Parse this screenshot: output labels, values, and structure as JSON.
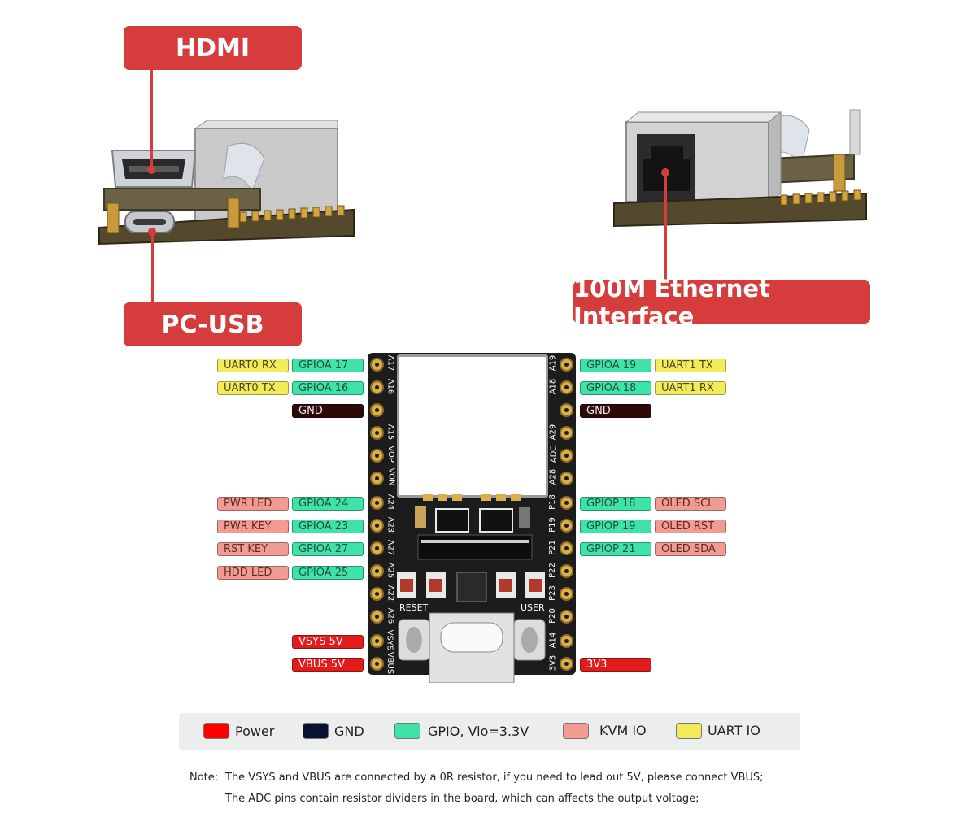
{
  "callouts": {
    "hdmi": "HDMI",
    "pc_usb": "PC-USB",
    "ethernet": "100M Ethernet Interface"
  },
  "colors": {
    "callout": "#d63c3c",
    "power": "#e01c1c",
    "gnd": "#2d0a0a",
    "gpio": "#3ee3a8",
    "kvm": "#f29b92",
    "uart": "#f2ec5a"
  },
  "labels": {
    "left": [
      {
        "func": "UART0 RX",
        "gpio": "GPIOA 17"
      },
      {
        "func": "UART0 TX",
        "gpio": "GPIOA 16"
      },
      {
        "gpio": "GND"
      },
      {
        "func": "PWR LED",
        "gpio": "GPIOA 24"
      },
      {
        "func": "PWR KEY",
        "gpio": "GPIOA 23"
      },
      {
        "func": "RST KEY",
        "gpio": "GPIOA 27"
      },
      {
        "func": "HDD LED",
        "gpio": "GPIOA 25"
      },
      {
        "gpio": "VSYS 5V"
      },
      {
        "gpio": "VBUS 5V"
      }
    ],
    "right": [
      {
        "gpio": "GPIOA 19",
        "func": "UART1 TX"
      },
      {
        "gpio": "GPIOA 18",
        "func": "UART1 RX"
      },
      {
        "gpio": "GND"
      },
      {
        "gpio": "GPIOP 18",
        "func": "OLED SCL"
      },
      {
        "gpio": "GPIOP 19",
        "func": "OLED RST"
      },
      {
        "gpio": "GPIOP 21",
        "func": "OLED SDA"
      },
      {
        "gpio": "3V3"
      }
    ]
  },
  "board": {
    "silk_left": [
      "A17",
      "A16",
      "A15",
      "VOP",
      "VON",
      "A24",
      "A23",
      "A27",
      "A25",
      "A22",
      "A26",
      "VSYS",
      "VBUS"
    ],
    "silk_right": [
      "A19",
      "A18",
      "A29",
      "ADC",
      "A28",
      "P18",
      "P19",
      "P21",
      "P22",
      "P23",
      "P20",
      "A14",
      "3V3"
    ],
    "reset_label": "RESET",
    "user_label": "USER"
  },
  "legend": {
    "power": "Power",
    "gnd": "GND",
    "gpio": "GPIO, Vio=3.3V",
    "kvm": "KVM IO",
    "uart": "UART IO"
  },
  "note": {
    "prefix": "Note:",
    "line1": "The VSYS and VBUS are connected by a 0R resistor, if you need to lead out 5V, please connect VBUS;",
    "line2": "The ADC pins contain resistor dividers in the board, which can affects the output voltage;"
  }
}
